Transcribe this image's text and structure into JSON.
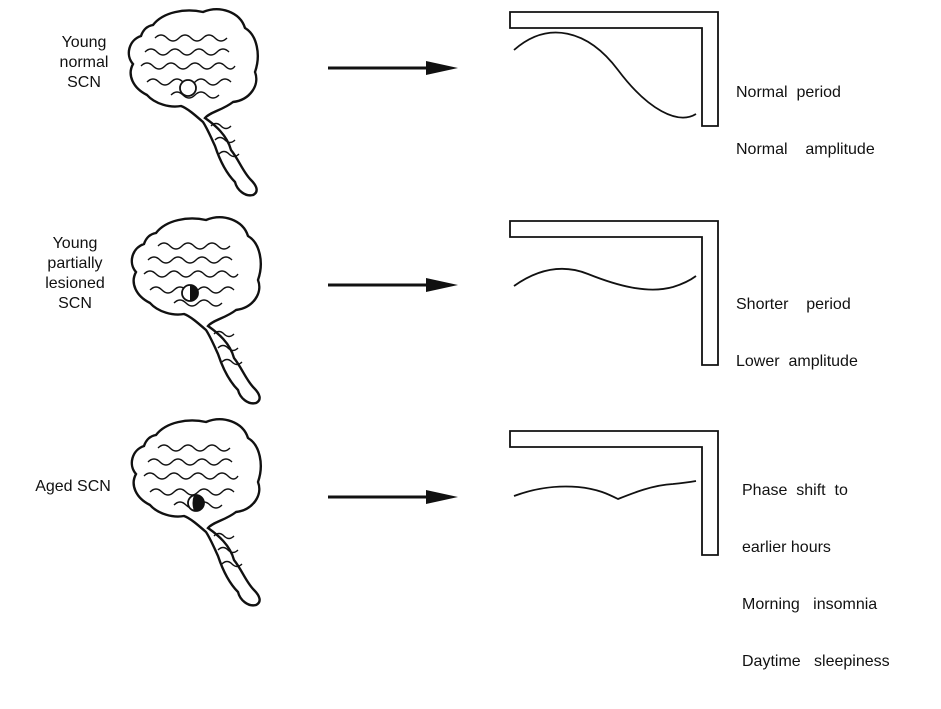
{
  "rows": [
    {
      "id": "young-normal",
      "label_lines": [
        "Young",
        "normal",
        "SCN"
      ],
      "desc_lines": [
        "Normal  period",
        "Normal    amplitude"
      ],
      "marker": "open",
      "rhythm": "normal"
    },
    {
      "id": "young-partially-lesioned",
      "label_lines": [
        "Young",
        "partially",
        "lesioned",
        "SCN"
      ],
      "desc_lines": [
        "Shorter    period",
        "Lower  amplitude"
      ],
      "marker": "half",
      "rhythm": "shorter"
    },
    {
      "id": "aged",
      "label_lines": [
        "Aged SCN"
      ],
      "desc_lines": [
        "Phase  shift  to",
        "earlier hours",
        "Morning   insomnia",
        "Daytime   sleepiness"
      ],
      "marker": "mostly-dark",
      "rhythm": "phase-shifted"
    }
  ]
}
